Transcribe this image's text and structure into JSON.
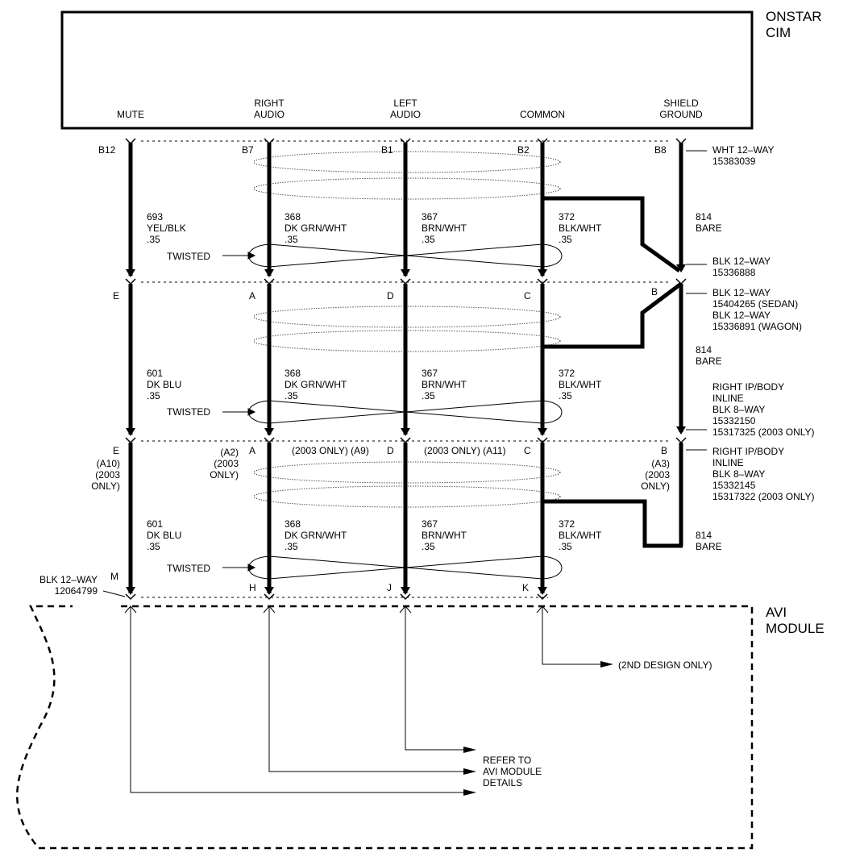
{
  "onstar": {
    "title_line1": "ONSTAR",
    "title_line2": "CIM"
  },
  "avi": {
    "title_line1": "AVI",
    "title_line2": "MODULE"
  },
  "columns": [
    {
      "label1": "",
      "label2": "MUTE"
    },
    {
      "label1": "RIGHT",
      "label2": "AUDIO"
    },
    {
      "label1": "LEFT",
      "label2": "AUDIO"
    },
    {
      "label1": "",
      "label2": "COMMON"
    },
    {
      "label1": "SHIELD",
      "label2": "GROUND"
    }
  ],
  "pins": {
    "row1": [
      "B12",
      "B7",
      "B1",
      "B2",
      "B8"
    ],
    "row2": [
      "E",
      "A",
      "D",
      "C",
      "B"
    ],
    "row3": [
      "E",
      "A",
      "D",
      "C",
      "B"
    ],
    "row4": [
      "M",
      "H",
      "J",
      "K"
    ]
  },
  "wires": {
    "seg1": [
      {
        "l1": "693",
        "l2": "YEL/BLK",
        "l3": ".35"
      },
      {
        "l1": "368",
        "l2": "DK GRN/WHT",
        "l3": ".35"
      },
      {
        "l1": "367",
        "l2": "BRN/WHT",
        "l3": ".35"
      },
      {
        "l1": "372",
        "l2": "BLK/WHT",
        "l3": ".35"
      },
      {
        "l1": "814",
        "l2": "BARE",
        "l3": ""
      }
    ],
    "seg2": [
      {
        "l1": "601",
        "l2": "DK BLU",
        "l3": ".35"
      },
      {
        "l1": "368",
        "l2": "DK GRN/WHT",
        "l3": ".35"
      },
      {
        "l1": "367",
        "l2": "BRN/WHT",
        "l3": ".35"
      },
      {
        "l1": "372",
        "l2": "BLK/WHT",
        "l3": ".35"
      },
      {
        "l1": "814",
        "l2": "BARE",
        "l3": ""
      }
    ],
    "seg3": [
      {
        "l1": "601",
        "l2": "DK BLU",
        "l3": ".35"
      },
      {
        "l1": "368",
        "l2": "DK GRN/WHT",
        "l3": ".35"
      },
      {
        "l1": "367",
        "l2": "BRN/WHT",
        "l3": ".35"
      },
      {
        "l1": "372",
        "l2": "BLK/WHT",
        "l3": ".35"
      },
      {
        "l1": "814",
        "l2": "BARE",
        "l3": ""
      }
    ]
  },
  "twisted": "TWISTED",
  "connectors": {
    "c1": {
      "l1": "WHT 12–WAY",
      "l2": "15383039"
    },
    "c2": {
      "l1": "BLK 12–WAY",
      "l2": "15336888"
    },
    "c3": {
      "l1": "BLK 12–WAY",
      "l2": "15404265 (SEDAN)",
      "l3": "BLK 12–WAY",
      "l4": "15336891 (WAGON)"
    },
    "c4": {
      "l1": "RIGHT IP/BODY",
      "l2": "INLINE",
      "l3": "BLK 8–WAY",
      "l4": "15332150",
      "l5": "15317325 (2003 ONLY)"
    },
    "c5": {
      "l1": "RIGHT IP/BODY",
      "l2": "INLINE",
      "l3": "BLK 8–WAY",
      "l4": "15332145",
      "l5": "15317322 (2003 ONLY)"
    },
    "c6": {
      "l1": "BLK 12–WAY",
      "l2": "12064799"
    }
  },
  "alt_pins": {
    "a10": {
      "l1": "(A10)",
      "l2": "(2003",
      "l3": "ONLY)"
    },
    "a2": {
      "l1": "(A2)",
      "l2": "(2003",
      "l3": "ONLY)"
    },
    "a9": "(2003 ONLY) (A9)",
    "a11": "(2003 ONLY) (A11)",
    "a3": {
      "l1": "(A3)",
      "l2": "(2003",
      "l3": "ONLY)"
    }
  },
  "notes": {
    "second_design": "(2ND DESIGN ONLY)",
    "refer1": "REFER TO",
    "refer2": "AVI MODULE",
    "refer3": "DETAILS"
  }
}
